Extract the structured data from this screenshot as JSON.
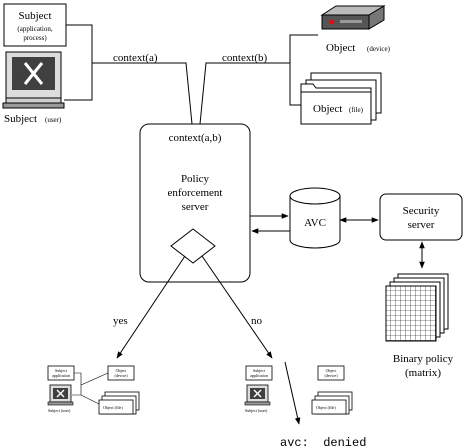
{
  "subject_app": {
    "label": "Subject",
    "paren_line1": "(application,",
    "paren_line2": "process)"
  },
  "subject_user": {
    "label": "Subject",
    "paren": "(user)"
  },
  "edges": {
    "context_a": "context(a)",
    "context_b": "context(b)"
  },
  "object_device": {
    "label": "Object",
    "paren": "(device)"
  },
  "object_file": {
    "label": "Object",
    "paren": "(file)"
  },
  "pep": {
    "context_label": "context(a,b)",
    "line1": "Policy",
    "line2": "enforcement",
    "line3": "server"
  },
  "avc": {
    "label": "AVC"
  },
  "security_server": {
    "line1": "Security",
    "line2": "server"
  },
  "binary_policy": {
    "line1": "Binary policy",
    "line2": "(matrix)"
  },
  "decision": {
    "yes_label": "yes",
    "no_label": "no"
  },
  "mini_allowed": {
    "app_line1": "Subject",
    "app_line2": "application",
    "user_label": "Subject (user)",
    "device_line1": "Object",
    "device_line2": "(device)",
    "file_label": "Object (file)"
  },
  "mini_denied": {
    "app_line1": "Subject",
    "app_line2": "application",
    "user_label": "Subject (user)",
    "device_line1": "Object",
    "device_line2": "(device)",
    "file_label": "Object (file)"
  },
  "result": {
    "denied_text": "avc:  denied"
  }
}
